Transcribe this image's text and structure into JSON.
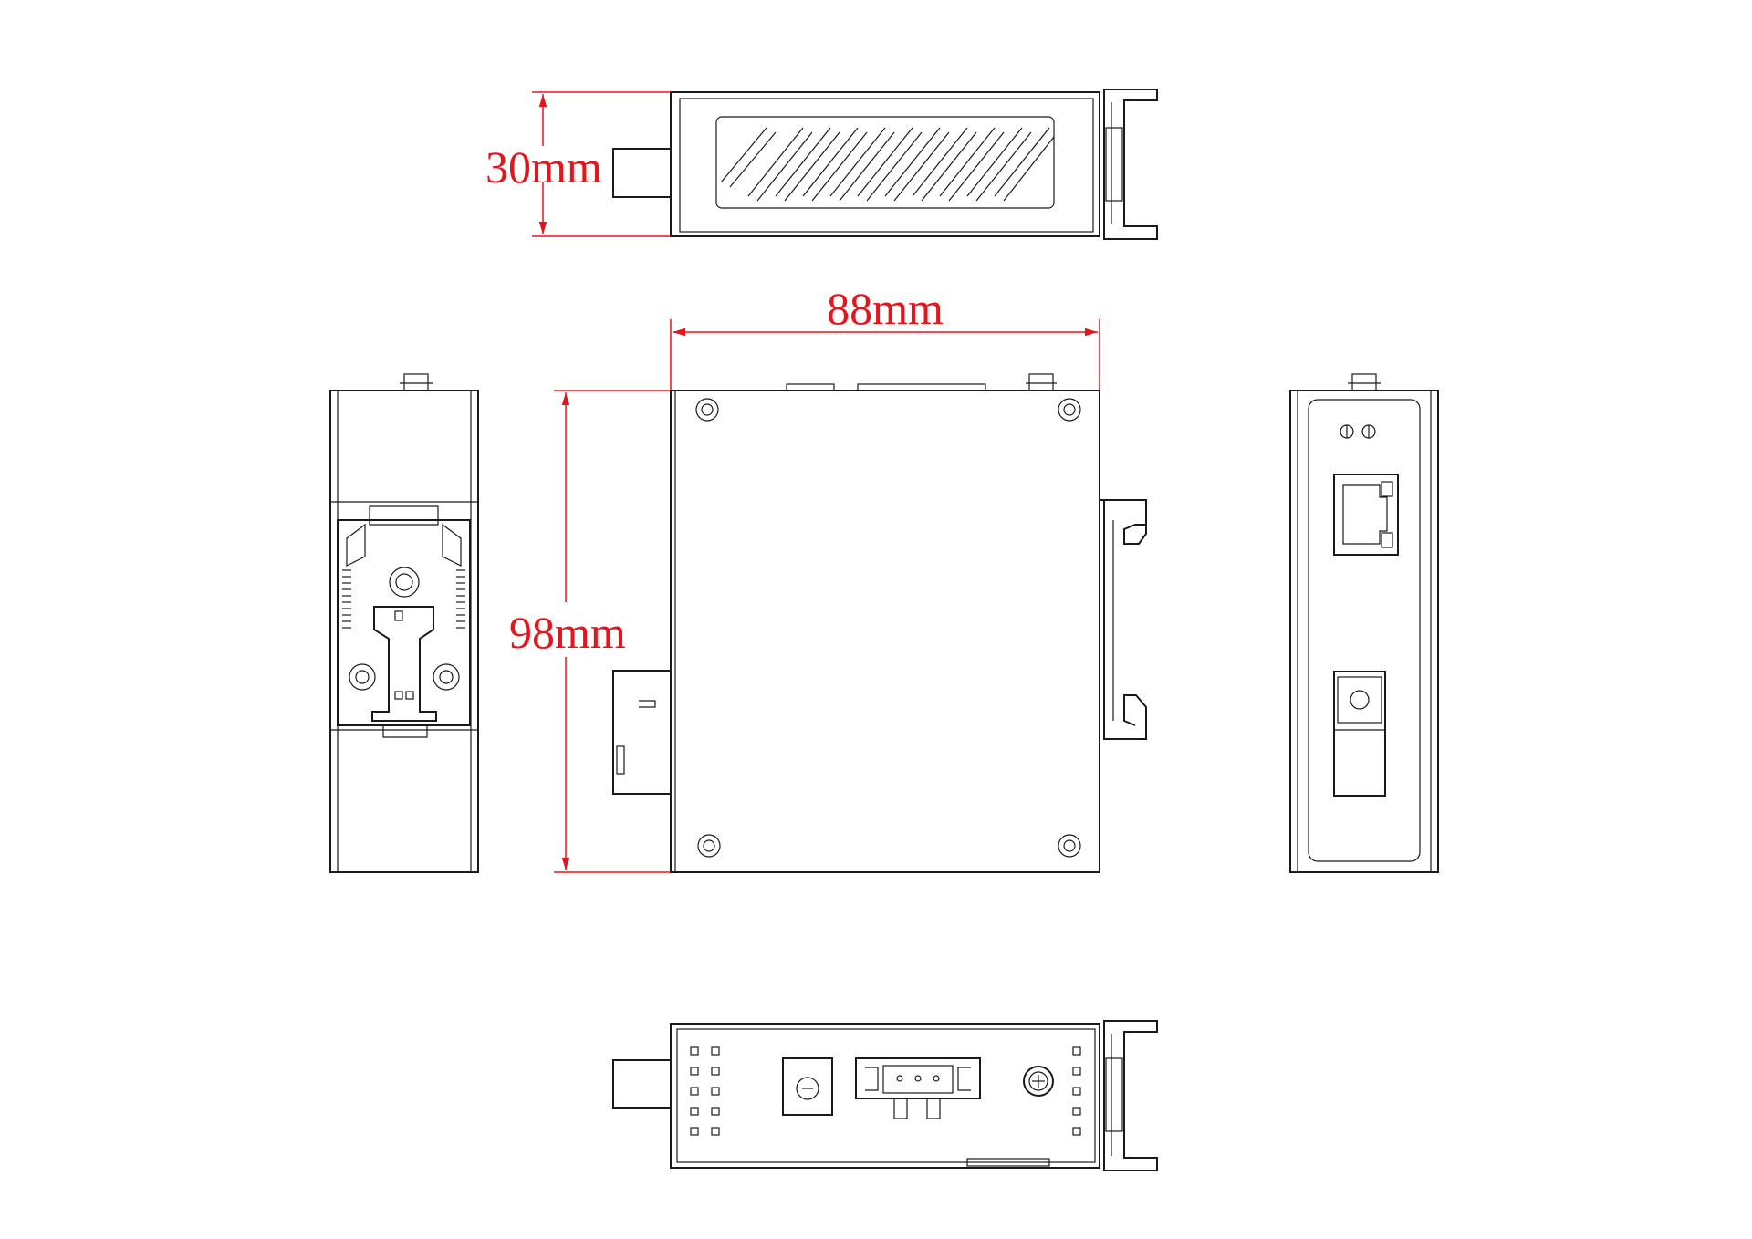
{
  "dimensions": {
    "height_label": "30mm",
    "width_label": "88mm",
    "depth_label": "98mm"
  },
  "colors": {
    "dimension": "#e8141c",
    "line": "#1a1a1a",
    "background": "#ffffff"
  },
  "views": [
    "top-view",
    "left-side-view",
    "front-view",
    "right-side-view",
    "bottom-view"
  ]
}
